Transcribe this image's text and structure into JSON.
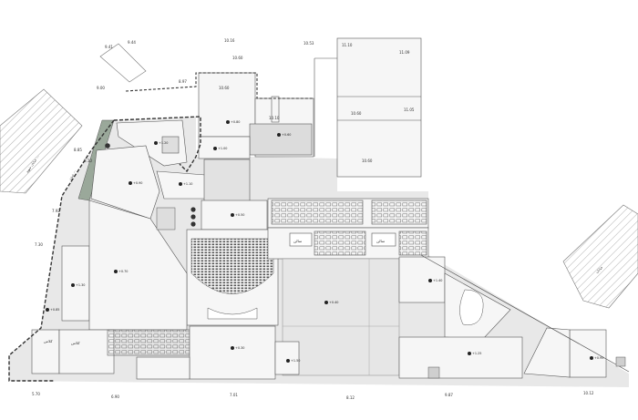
{
  "colors": {
    "site_fill": "#e8e8e8",
    "building_fill": "#f6f6f6",
    "green": "#9aa89a",
    "line": "#4a4a4a",
    "boundary": "#333333"
  },
  "dimensions": {
    "d1": "9.41",
    "d2": "9.44",
    "d3": "10.16",
    "d4": "10.53",
    "d5": "11.10",
    "d6": "11.09",
    "d7": "10.60",
    "d8": "8.97",
    "d9": "9.00",
    "d10": "10.60",
    "d11": "10.10",
    "d12": "10.60",
    "d13": "11.05",
    "d14": "10.60",
    "d15": "8.85",
    "d16": "8.10",
    "d17": "7.92",
    "d18": "7.30",
    "d19": "5.70",
    "d20": "6.90",
    "d21": "7.01",
    "d22": "8.12",
    "d23": "9.87",
    "d24": "10.12"
  },
  "levels": {
    "l1": "+1.00",
    "l2": "+0.80",
    "l3": "+0.60",
    "l4": "+1.20",
    "l5": "+0.90",
    "l6": "+1.10",
    "l7": "+0.50",
    "l8": "+0.70",
    "l9": "+1.30",
    "l10": "+0.40",
    "l11": "+1.40",
    "l12": "+0.30",
    "l13": "+1.50",
    "l14": "+1.25",
    "l15": "+0.95",
    "l16": "+0.85"
  },
  "street_labels": {
    "s1": "خیابان شهید ...",
    "s2": "خیابان ...",
    "s3": "خیابان"
  },
  "room_labels": {
    "r1": "سالن",
    "r2": "سالن",
    "r3": "کلاس",
    "r4": "کلاس"
  }
}
